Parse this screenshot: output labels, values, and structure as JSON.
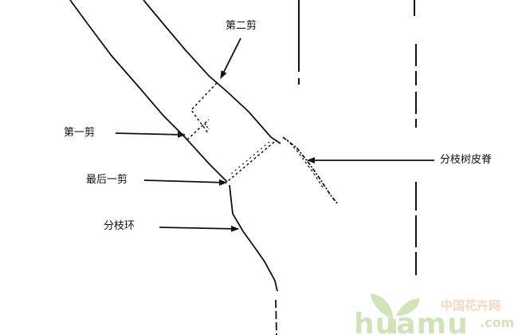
{
  "diagram": {
    "labels": {
      "second_cut": "第二剪",
      "first_cut": "第一剪",
      "last_cut": "最后一剪",
      "branch_collar": "分枝环",
      "branch_bark_ridge": "分枝树皮脊"
    },
    "colors": {
      "line": "#111111",
      "watermark_green": "#c9dfae",
      "watermark_orange": "#f3d4ba"
    }
  },
  "watermark": {
    "cn_text": "中国花卉网",
    "main_text": "huamu",
    "suffix_text": ".com",
    "logo_icon": "leaf-sprout-icon"
  }
}
